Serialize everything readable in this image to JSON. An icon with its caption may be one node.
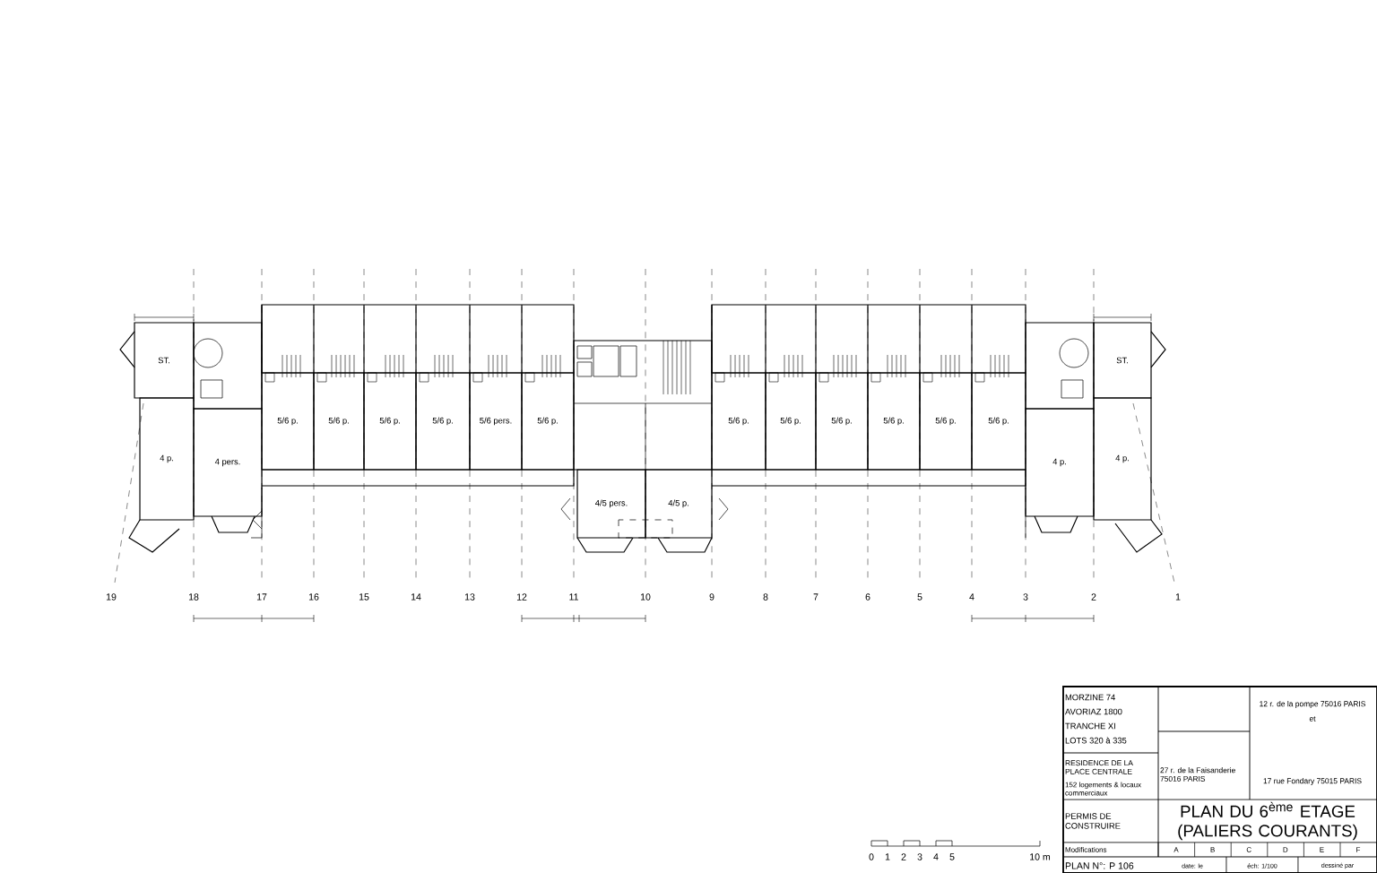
{
  "diagram": {
    "title": "PLAN DU 6$^{ème}$ ETAGE (PALIERS COURANTS)",
    "nodes": [
      {
        "text": [
          "ST."
        ]
      },
      {
        "text": [
          "4 p."
        ]
      },
      {
        "text": [
          "4 pers."
        ]
      },
      {
        "text": [
          "5/6 p."
        ]
      },
      {
        "text": [
          "5/6 p."
        ]
      },
      {
        "text": [
          "5/6 p."
        ]
      },
      {
        "text": [
          "5/6 p."
        ]
      },
      {
        "text": [
          "5/6 pers."
        ]
      },
      {
        "text": [
          "5/6 p."
        ]
      },
      {
        "text": [
          "4/5 pers."
        ]
      },
      {
        "text": [
          "4/5 p."
        ]
      },
      {
        "text": [
          "5/6 p."
        ]
      },
      {
        "text": [
          "5/6 p."
        ]
      },
      {
        "text": [
          "5/6 p."
        ]
      },
      {
        "text": [
          "5/6 p."
        ]
      },
      {
        "text": [
          "5/6 p."
        ]
      },
      {
        "text": [
          "5/6 p."
        ]
      },
      {
        "text": [
          "4 p."
        ]
      },
      {
        "text": [
          "4 p."
        ]
      },
      {
        "text": [
          "ST."
        ]
      }
    ],
    "labels": [
      "19",
      "18",
      "17",
      "16",
      "15",
      "14",
      "13",
      "12",
      "11",
      "10",
      "9",
      "8",
      "7",
      "6",
      "5",
      "4",
      "3",
      "2",
      "1",
      "MORZINE 74",
      "AVORIAZ 1800",
      "TRANCHE XI",
      "LOTS 320 à 335",
      "12 r. de la pompe 75016 PARIS",
      "et",
      "RESIDENCE DE LA PLACE CENTRALE",
      "27 r. de la Faisanderie 75016 PARIS",
      "17 rue Fondary 75015 PARIS",
      "152 logements & locaux commerciaux",
      "PERMIS DE CONSTRUIRE",
      "Modifications",
      "A",
      "B",
      "C",
      "D",
      "E",
      "F",
      "PLAN N°: P 106",
      "date: le",
      "éch: 1/100",
      "dessiné par",
      "0",
      "1",
      "2",
      "3",
      "4",
      "5",
      "10 m"
    ]
  }
}
